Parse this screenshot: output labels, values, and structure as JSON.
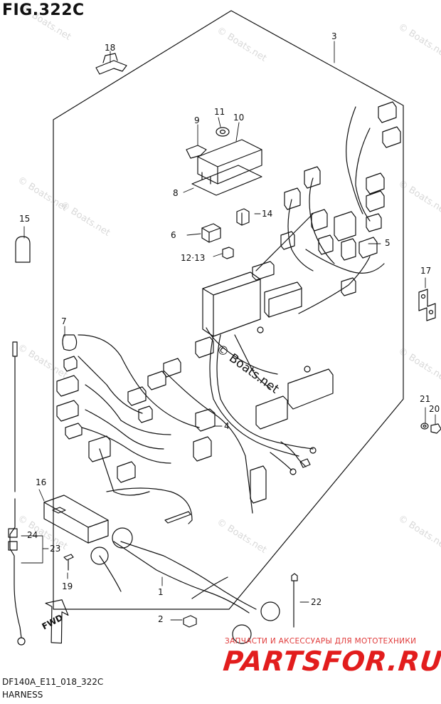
{
  "figure": {
    "title": "FIG.322C",
    "model_code": "DF140A_E11_018_322C",
    "section": "HARNESS"
  },
  "watermark": {
    "text": "© Boats.net",
    "center_text": "© Boats.net"
  },
  "shop": {
    "tagline": "ЗАПЧАСТИ И АКСЕССУАРЫ ДЛЯ МОТОТЕХНИКИ",
    "logo": "PARTSFOR.RU",
    "brand_color": "#e21d1d"
  },
  "fwd_label": "FWD",
  "callouts": [
    {
      "id": "1",
      "label": "1"
    },
    {
      "id": "2",
      "label": "2"
    },
    {
      "id": "3",
      "label": "3"
    },
    {
      "id": "4",
      "label": "4"
    },
    {
      "id": "5",
      "label": "5"
    },
    {
      "id": "6",
      "label": "6"
    },
    {
      "id": "7",
      "label": "7"
    },
    {
      "id": "8",
      "label": "8"
    },
    {
      "id": "9",
      "label": "9"
    },
    {
      "id": "10",
      "label": "10"
    },
    {
      "id": "11",
      "label": "11"
    },
    {
      "id": "12-13",
      "label": "12·13"
    },
    {
      "id": "14",
      "label": "14"
    },
    {
      "id": "15",
      "label": "15"
    },
    {
      "id": "16",
      "label": "16"
    },
    {
      "id": "17",
      "label": "17"
    },
    {
      "id": "18",
      "label": "18"
    },
    {
      "id": "19",
      "label": "19"
    },
    {
      "id": "20",
      "label": "20"
    },
    {
      "id": "21",
      "label": "21"
    },
    {
      "id": "22",
      "label": "22"
    },
    {
      "id": "23",
      "label": "23"
    },
    {
      "id": "24",
      "label": "24"
    }
  ]
}
